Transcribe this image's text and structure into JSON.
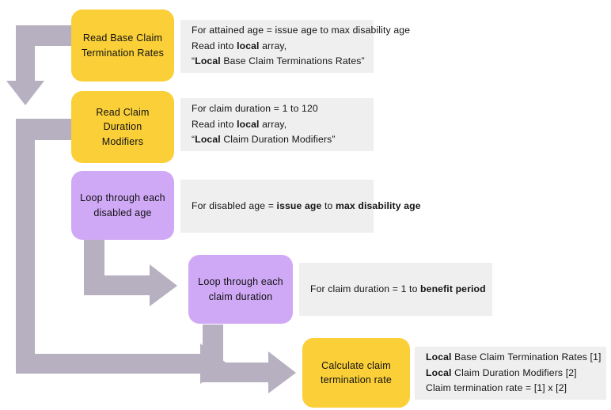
{
  "diagram": {
    "title": "Claim Termination Rate Calculation Flowchart",
    "colors": {
      "process_yellow": "#FACF38",
      "loop_purple": "#D0A9F6",
      "note_gray": "#EFEFEF",
      "arrow_gray": "#B6B0C0",
      "text": "#111111"
    },
    "nodes": [
      {
        "id": "read-base-claim-termination-rates",
        "kind": "process",
        "color": "#FACF38",
        "label_line1": "Read Base Claim",
        "label_line2": "Termination  Rates"
      },
      {
        "id": "read-claim-duration-modifiers",
        "kind": "process",
        "color": "#FACF38",
        "label_line1": "Read Claim Duration",
        "label_line2": "Modifiers"
      },
      {
        "id": "loop-through-each-disabled-age",
        "kind": "loop",
        "color": "#D0A9F6",
        "label_line1": "Loop through  each",
        "label_line2": "disabled  age"
      },
      {
        "id": "loop-through-each-claim-duration",
        "kind": "loop",
        "color": "#D0A9F6",
        "label_line1": "Loop through  each",
        "label_line2": "claim  duration"
      },
      {
        "id": "calculate-claim-termination-rate",
        "kind": "process",
        "color": "#FACF38",
        "label_line1": "Calculate claim",
        "label_line2": "termination  rate"
      }
    ],
    "notes": [
      {
        "id": "note-base-claim-termination-rates",
        "for": "read-base-claim-termination-rates",
        "lines": [
          {
            "pre": "For attained  age = issue age to max disability  age",
            "bold": "",
            "post": ""
          },
          {
            "pre": "Read into ",
            "bold": "local",
            "post": " array,"
          },
          {
            "pre": "“",
            "bold": "Local",
            "post": " Base Claim Terminations  Rates”"
          }
        ]
      },
      {
        "id": "note-claim-duration-modifiers",
        "for": "read-claim-duration-modifiers",
        "lines": [
          {
            "pre": "For claim duration  = 1 to 120",
            "bold": "",
            "post": ""
          },
          {
            "pre": "Read into ",
            "bold": "local",
            "post": " array,"
          },
          {
            "pre": "“",
            "bold": "Local",
            "post": " Claim Duration  Modifiers”"
          }
        ]
      },
      {
        "id": "note-disabled-age-loop",
        "for": "loop-through-each-disabled-age",
        "lines": [
          {
            "pre": "For disabled  age = ",
            "bold": "issue age",
            "post": ""
          },
          {
            "pre": "",
            "bold": "",
            "post": ""
          }
        ],
        "rich": [
          {
            "pre": "For disabled  age = ",
            "bold": "issue age",
            "mid": " to ",
            "bold2": "max disability age",
            "post": ""
          }
        ]
      },
      {
        "id": "note-claim-duration-loop",
        "for": "loop-through-each-claim-duration",
        "rich": [
          {
            "pre": "For claim  duration  = 1 to ",
            "bold": "benefit period",
            "mid": "",
            "bold2": "",
            "post": ""
          }
        ]
      },
      {
        "id": "note-calculate-rate",
        "for": "calculate-claim-termination-rate",
        "lines": [
          {
            "pre": "",
            "bold": "Local",
            "post": " Base Claim Termination  Rates [1]"
          },
          {
            "pre": "",
            "bold": "Local",
            "post": " Claim Duration Modifiers [2]"
          },
          {
            "pre": "Claim termination  rate = [1] x [2]",
            "bold": "",
            "post": ""
          }
        ]
      }
    ],
    "connectors": [
      {
        "id": "connector-loop-back-to-read-base",
        "shape": "elbow-left-down"
      },
      {
        "id": "connector-loop-back-to-calculate",
        "shape": "elbow-left-down-right"
      },
      {
        "id": "connector-disabled-age-to-claim-duration",
        "shape": "elbow-down-right"
      },
      {
        "id": "connector-claim-duration-to-calculate",
        "shape": "elbow-down-right"
      }
    ]
  }
}
